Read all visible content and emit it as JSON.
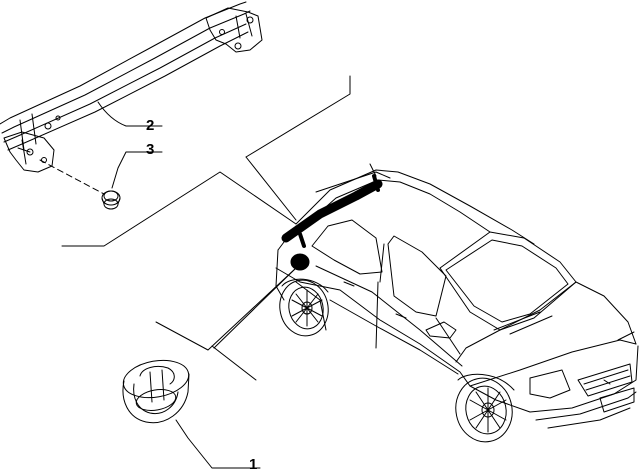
{
  "callouts": {
    "part_1": "1",
    "part_2": "2",
    "part_3": "3"
  },
  "colors": {
    "line": "#000000",
    "background": "#ffffff",
    "highlight": "#000000"
  }
}
